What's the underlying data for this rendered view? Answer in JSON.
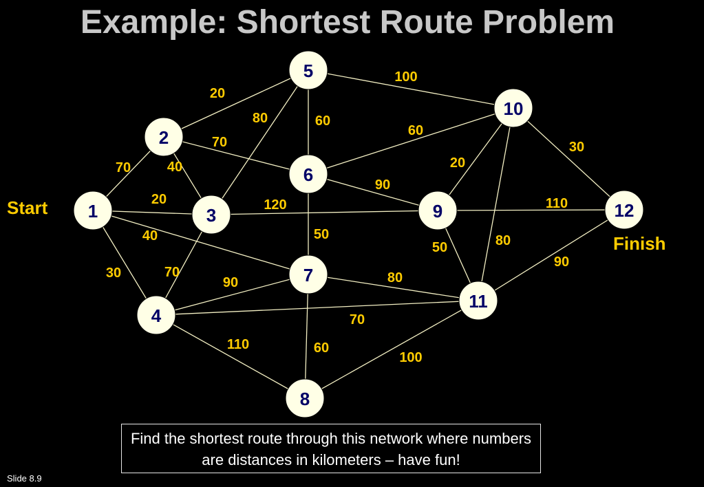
{
  "title": "Example: Shortest Route Problem",
  "start_label": "Start",
  "finish_label": "Finish",
  "note": "Find the shortest route through this network where numbers are distances in kilometers – have fun!",
  "slide_number": "Slide 8.9",
  "colors": {
    "background": "#000000",
    "title": "#c8c8c8",
    "weight": "#ffcc00",
    "node_fill": "#ffffe6",
    "node_text": "#000066",
    "edge": "#f4f0c4"
  },
  "nodes": [
    {
      "id": "1",
      "label": "1"
    },
    {
      "id": "2",
      "label": "2"
    },
    {
      "id": "3",
      "label": "3"
    },
    {
      "id": "4",
      "label": "4"
    },
    {
      "id": "5",
      "label": "5"
    },
    {
      "id": "6",
      "label": "6"
    },
    {
      "id": "7",
      "label": "7"
    },
    {
      "id": "8",
      "label": "8"
    },
    {
      "id": "9",
      "label": "9"
    },
    {
      "id": "10",
      "label": "10"
    },
    {
      "id": "11",
      "label": "11"
    },
    {
      "id": "12",
      "label": "12"
    }
  ],
  "edges": [
    {
      "from": "1",
      "to": "2",
      "weight": "70"
    },
    {
      "from": "1",
      "to": "3",
      "weight": "20"
    },
    {
      "from": "1",
      "to": "4",
      "weight": "30"
    },
    {
      "from": "1",
      "to": "7",
      "weight": "40"
    },
    {
      "from": "2",
      "to": "5",
      "weight": "20"
    },
    {
      "from": "2",
      "to": "3",
      "weight": "40"
    },
    {
      "from": "2",
      "to": "6",
      "weight": "70"
    },
    {
      "from": "3",
      "to": "5",
      "weight": "80"
    },
    {
      "from": "3",
      "to": "9",
      "weight": "120"
    },
    {
      "from": "3",
      "to": "4",
      "weight": "70"
    },
    {
      "from": "4",
      "to": "7",
      "weight": "90"
    },
    {
      "from": "4",
      "to": "11",
      "weight": "70"
    },
    {
      "from": "4",
      "to": "8",
      "weight": "110"
    },
    {
      "from": "5",
      "to": "6",
      "weight": "60"
    },
    {
      "from": "5",
      "to": "10",
      "weight": "100"
    },
    {
      "from": "6",
      "to": "10",
      "weight": "60"
    },
    {
      "from": "6",
      "to": "9",
      "weight": "90"
    },
    {
      "from": "6",
      "to": "7",
      "weight": "50"
    },
    {
      "from": "7",
      "to": "11",
      "weight": "80"
    },
    {
      "from": "7",
      "to": "8",
      "weight": "60"
    },
    {
      "from": "8",
      "to": "11",
      "weight": "100"
    },
    {
      "from": "9",
      "to": "10",
      "weight": "20"
    },
    {
      "from": "9",
      "to": "12",
      "weight": "110"
    },
    {
      "from": "9",
      "to": "11",
      "weight": "50"
    },
    {
      "from": "10",
      "to": "11",
      "weight": "80"
    },
    {
      "from": "10",
      "to": "12",
      "weight": "30"
    },
    {
      "from": "11",
      "to": "12",
      "weight": "90"
    }
  ]
}
